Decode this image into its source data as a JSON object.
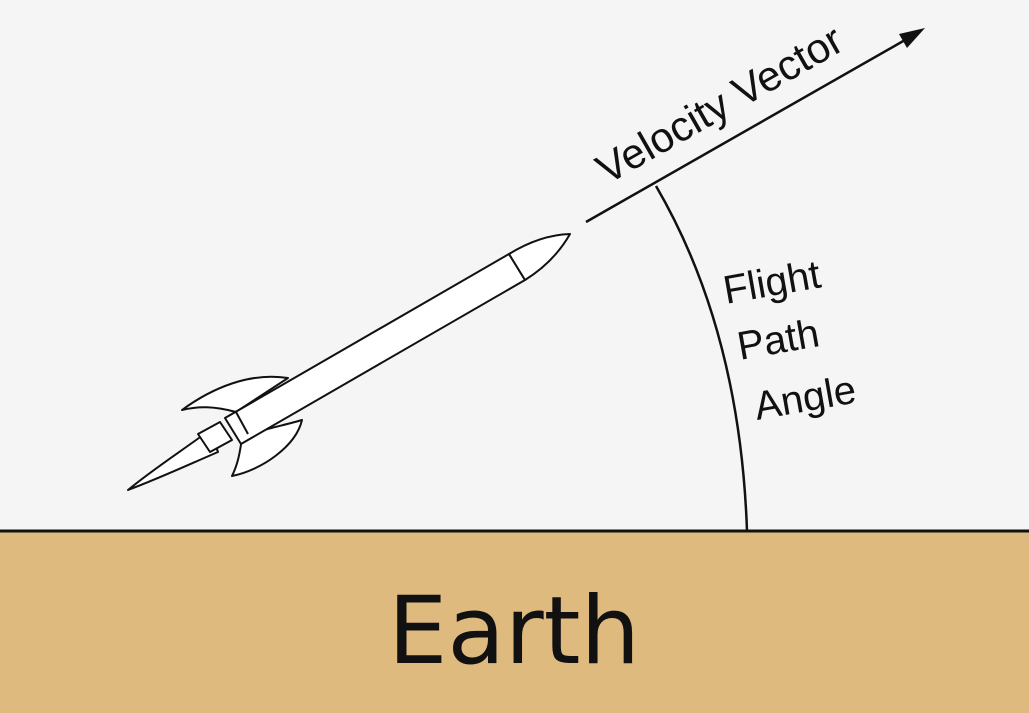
{
  "labels": {
    "velocity_vector": "Velocity Vector",
    "flight": "Flight",
    "path": "Path",
    "angle": "Angle",
    "earth": "Earth"
  },
  "colors": {
    "background": "#f5f5f5",
    "ground": "#dfba7f",
    "stroke": "#111111",
    "rocket_fill": "#ffffff"
  }
}
